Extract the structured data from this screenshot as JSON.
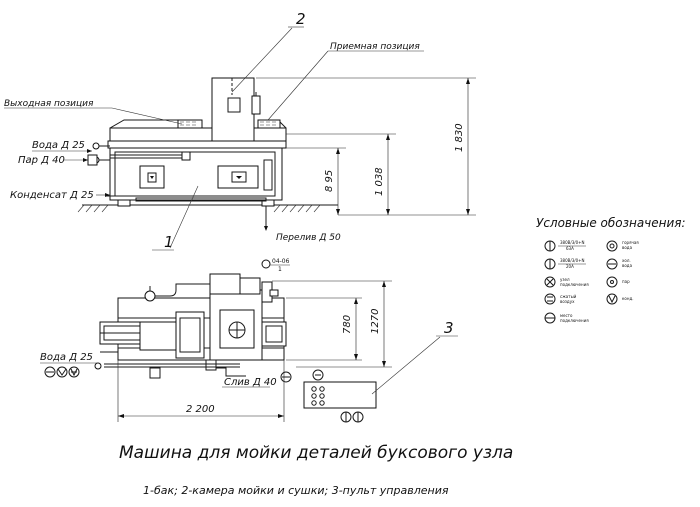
{
  "labels": {
    "receiving_position": "Приемная позиция",
    "output_position": "Выходная позиция",
    "water_top": "Вода Д 25",
    "steam": "Пар Д 40",
    "condensate": "Конденсат Д 25",
    "overflow": "Перелив Д 50",
    "water_bottom": "Вода Д 25",
    "drain": "Слив Д 40",
    "note_04": "04-06",
    "note_1": "1"
  },
  "callouts": {
    "c1": "1",
    "c2": "2",
    "c3": "3"
  },
  "dimensions": {
    "d1830": "1 830",
    "d1038": "1 038",
    "d895": "8 95",
    "d1270": "1270",
    "d780": "780",
    "d2200": "2 200"
  },
  "legend": {
    "title": "Условные обозначения:",
    "items": [
      {
        "icon": "socket-3phase-icon",
        "text_a": "380В/3/0+N",
        "text_b": "63А"
      },
      {
        "icon": "socket-3phase-icon",
        "text_a": "380В/3/0+N",
        "text_b": "20А"
      },
      {
        "icon": "phase-icon",
        "text_a": "узел",
        "text_b": "подключения"
      },
      {
        "icon": "air-icon",
        "text_a": "сжатый",
        "text_b": "воздух"
      },
      {
        "icon": "drain-icon",
        "text_a": "место",
        "text_b": "подключения"
      },
      {
        "icon": "water-icon",
        "text_a": "горячая",
        "text_b": "вода"
      },
      {
        "icon": "water-cold-icon",
        "text_a": "хол.",
        "text_b": "вода"
      },
      {
        "icon": "gas-icon",
        "text_a": "пар",
        "text_b": ""
      },
      {
        "icon": "steam-icon",
        "text_a": "конд.",
        "text_b": ""
      }
    ]
  },
  "title": "Машина для мойки деталей буксового узла",
  "caption": "1-бак; 2-камера мойки и сушки; 3-пульт управления"
}
